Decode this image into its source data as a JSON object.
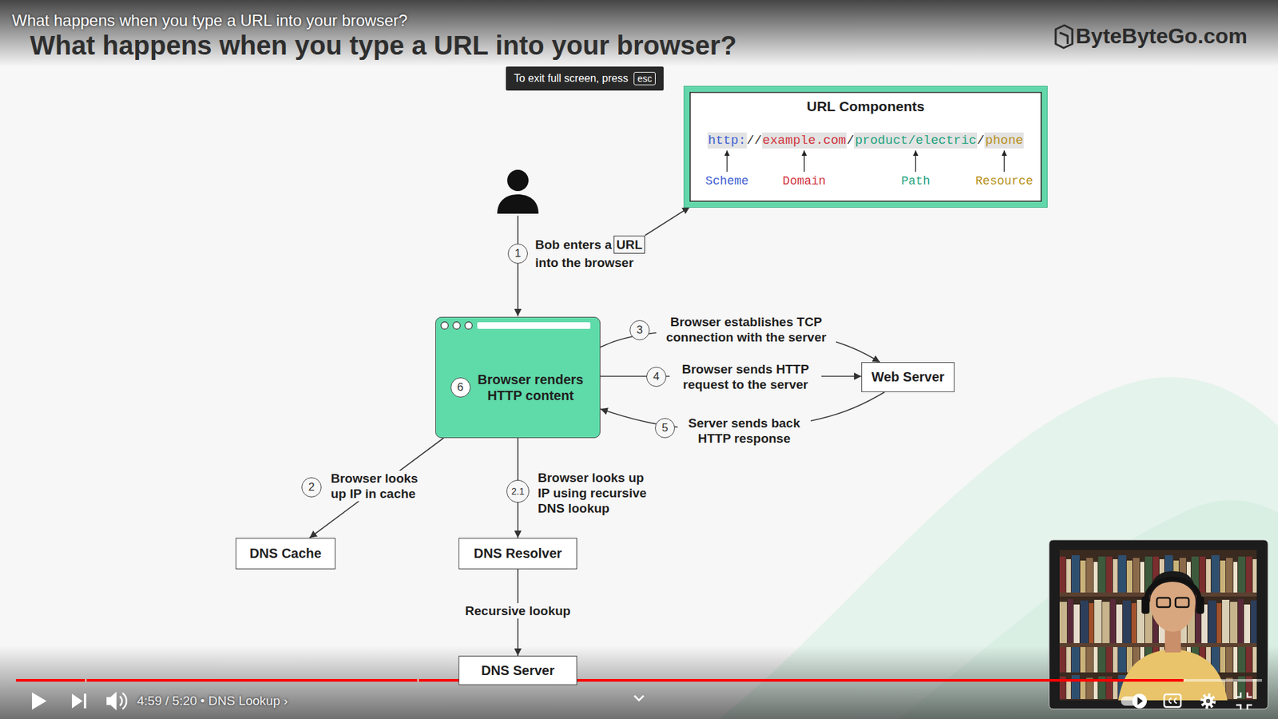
{
  "diagram": {
    "title": "What happens when you type a URL into your browser?",
    "nodes": [
      {
        "text": [
          "To exit full screen, press"
        ]
      },
      {
        "text": [
          "esc"
        ],
        "in": 0
      },
      {
        "text": [
          "URL Components",
          "http:",
          "//",
          "example.com",
          "/",
          "product/electric",
          "/",
          "phone",
          "Scheme",
          "Domain",
          "Path",
          "Resource"
        ]
      },
      {
        "text": [
          "URL"
        ]
      },
      {
        "text": [
          "6",
          "Browser renders HTTP content"
        ]
      },
      {
        "text": [
          "Web Server"
        ]
      },
      {
        "text": [
          "DNS Cache"
        ]
      },
      {
        "text": [
          "DNS Resolver"
        ]
      },
      {
        "text": [
          "DNS Server"
        ]
      }
    ],
    "edges": [
      {
        "from": 3,
        "to": 2,
        "arrow": "to"
      },
      {
        "from": 4,
        "to": 5,
        "label": "Browser establishes TCP connection with the server",
        "arrow": "to"
      },
      {
        "from": 4,
        "to": 5,
        "label": "Browser sends HTTP request to the server",
        "arrow": "to"
      },
      {
        "from": 5,
        "to": 4,
        "label": "Server sends back HTTP response",
        "arrow": "to"
      },
      {
        "from": 4,
        "to": 6,
        "label": "Browser looks up IP in cache",
        "arrow": "to"
      },
      {
        "from": 4,
        "to": 7,
        "label": "Browser looks up IP using recursive DNS lookup",
        "arrow": "to"
      },
      {
        "from": 7,
        "to": 8,
        "label": "Recursive lookup",
        "arrow": "to"
      }
    ],
    "labels": [
      "What happens when you type a URL into your browser?",
      "ByteByteGo.com",
      "1",
      "Bob enters a",
      "into the browser",
      "3",
      "4",
      "5",
      "2",
      "2.1",
      "4:59 / 5:20 • DNS Lookup ›"
    ]
  }
}
